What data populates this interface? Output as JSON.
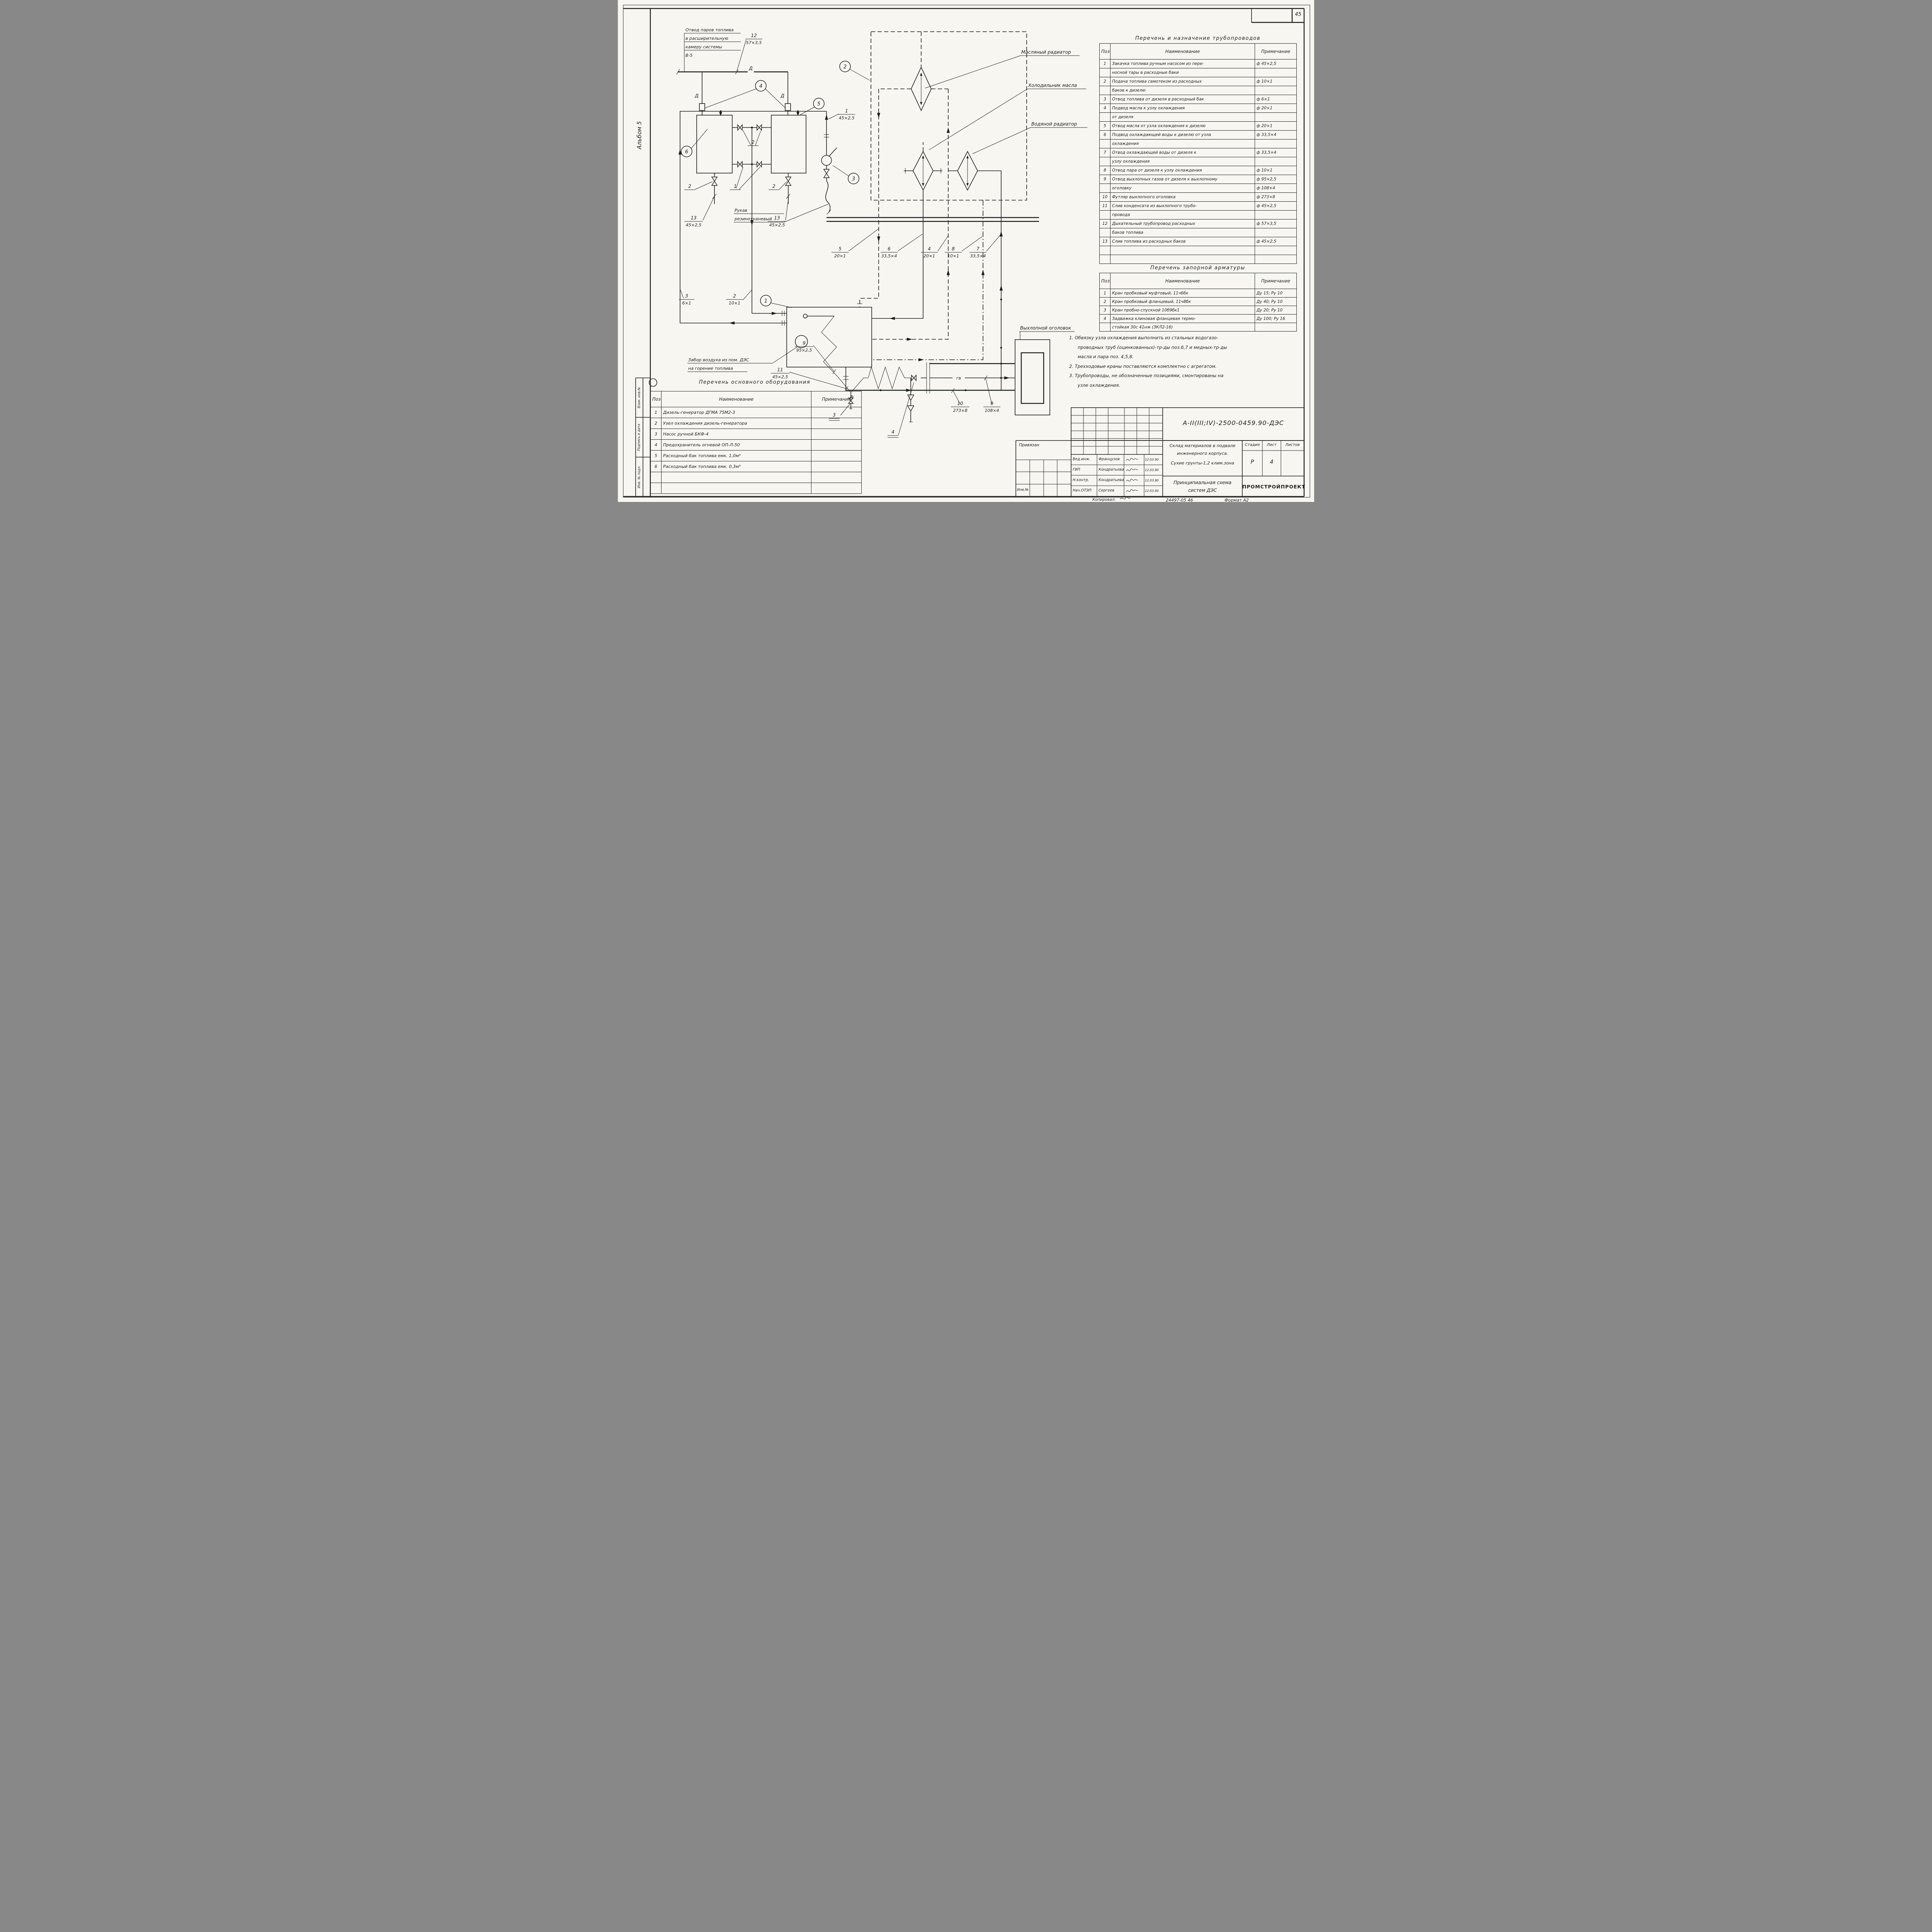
{
  "page": {
    "number": "45",
    "album": "Альбом 5",
    "footer": {
      "copy_label": "Копировал:",
      "doc_code": "24497-05  46",
      "format": "Формат А2"
    }
  },
  "side_stamp": {
    "cells": [
      "Взам. инв.№",
      "Подпись и дата",
      "Инв. № подл."
    ]
  },
  "pipes_table": {
    "title": "Перечень и назначение трубопроводов",
    "headers": {
      "pos": "Поз",
      "name": "Наименование",
      "note": "Примечание"
    },
    "rows": [
      {
        "pos": "1",
        "name": "Закачка топлива ручным  насосом из пере-",
        "note": "ф 45×2,5"
      },
      {
        "pos": "",
        "name": "носной тары в расходные баки",
        "note": ""
      },
      {
        "pos": "2",
        "name": "Подача топлива самотеком из расходных",
        "note": "ф 10×1"
      },
      {
        "pos": "",
        "name": "баков к дизелю",
        "note": ""
      },
      {
        "pos": "3",
        "name": "Отвод топлива от дизеля в расходный бак",
        "note": "ф 6×1"
      },
      {
        "pos": "4",
        "name": "Подвод масла к узлу охлаждения",
        "note": "ф 20×1"
      },
      {
        "pos": "",
        "name": "от дизеля",
        "note": ""
      },
      {
        "pos": "5",
        "name": "Отвод масла от узла охлаждения к дизелю",
        "note": "ф 20×1"
      },
      {
        "pos": "6",
        "name": "Подвод охлаждающей воды к дизелю от узла",
        "note": "ф 33,5×4"
      },
      {
        "pos": "",
        "name": "охлаждения",
        "note": ""
      },
      {
        "pos": "7",
        "name": "Отвод охлаждающей воды от дизеля к",
        "note": "ф 33,5×4"
      },
      {
        "pos": "",
        "name": "узлу охлаждения",
        "note": ""
      },
      {
        "pos": "8",
        "name": "Отвод пара от дизеля к узлу охлаждения",
        "note": "ф 10×1"
      },
      {
        "pos": "9",
        "name": "Отвод выхлопных газов от дизеля к выхлопному",
        "note": "ф 95×2,5"
      },
      {
        "pos": "",
        "name": "оголовку",
        "note": "ф 108×4"
      },
      {
        "pos": "10",
        "name": "Футляр выхлопного оголовка",
        "note": "ф 273×8"
      },
      {
        "pos": "11",
        "name": "Слив конденсата из выхлопного трубо-",
        "note": "ф 45×2,5"
      },
      {
        "pos": "",
        "name": "провода",
        "note": ""
      },
      {
        "pos": "12",
        "name": "Дыхательный трубопровод расходных",
        "note": "ф 57×3,5"
      },
      {
        "pos": "",
        "name": "баков топлива",
        "note": ""
      },
      {
        "pos": "13",
        "name": "Слив топлива из расходных баков",
        "note": "ф 45×2,5"
      },
      {
        "pos": "",
        "name": "",
        "note": ""
      },
      {
        "pos": "",
        "name": "",
        "note": ""
      }
    ]
  },
  "valves_table": {
    "title": "Перечень запорной арматуры",
    "headers": {
      "pos": "Поз",
      "name": "Наименование",
      "note": "Примечание"
    },
    "rows": [
      {
        "pos": "1",
        "name": "Кран пробковый муфтовый, 11ч6бк",
        "note": "Ду 15;  Ру 10"
      },
      {
        "pos": "2",
        "name": "Кран пробковый фланцевый, 11ч8бк",
        "note": "Ду 40;  Ру 10"
      },
      {
        "pos": "3",
        "name": "Кран пробно-спускной 10б9бк1",
        "note": "Ду 20;  Ру 10"
      },
      {
        "pos": "4",
        "name": "Задвижка клиновая фланцевая термо-",
        "note": "Ду 100;  Ру 16"
      },
      {
        "pos": "",
        "name": "стойкая 30с 41нж (ЗКЛ2-16)",
        "note": ""
      }
    ]
  },
  "equipment_table": {
    "title": "Перечень основного  оборудования",
    "headers": {
      "pos": "Поз",
      "name": "Наименование",
      "note": "Примечание"
    },
    "rows": [
      {
        "pos": "1",
        "name": "Дизель-генератор  ДГМА 75М2-3",
        "note": ""
      },
      {
        "pos": "2",
        "name": "Узел охлаждения  дизель-генератора",
        "note": ""
      },
      {
        "pos": "3",
        "name": "Насос ручной  БКФ-4",
        "note": ""
      },
      {
        "pos": "4",
        "name": "Предохранитель огневой ОП-Л-50",
        "note": ""
      },
      {
        "pos": "5",
        "name": "Расходный  бак топлива  емк. 1,0м³",
        "note": ""
      },
      {
        "pos": "6",
        "name": "Расходный  бак топлива емк. 0,3м³",
        "note": ""
      },
      {
        "pos": "",
        "name": "",
        "note": ""
      },
      {
        "pos": "",
        "name": "",
        "note": ""
      }
    ]
  },
  "notes": {
    "lines": [
      "1.  Обвязку узла охлаждения выполнить из стальных водогазо-",
      "проводных труб (оцинкованных)-тр-ды поз.6,7 и медных-тр-ды",
      "масла и пара  поз. 4,5,8.",
      "2.  Трехходовые краны поставляются  комплектно с агрегатом.",
      "3.  Трубопроводы, не обозначенные  позициями, смонтированы на",
      "узле охлаждения."
    ]
  },
  "title_block": {
    "doc_number": "А-II(III;IV)-2500-0459.90-ДЭС",
    "attached_label": "Привязан",
    "inv_label": "Инв.№",
    "object_lines": [
      "Склад материалов в подвале",
      "инженерного корпуса.",
      "Сухие грунты-1,2 клим.зона"
    ],
    "title_lines": [
      "Принципиальная схема",
      "систем ДЭС"
    ],
    "organization": "ПРОМСТРОЙПРОЕКТ",
    "stage_header": "Стадия",
    "sheet_header": "Лист",
    "sheets_header": "Листов",
    "stage": "Р",
    "sheet": "4",
    "sheets": "",
    "signatures": [
      {
        "role": "Вед.инж.",
        "name": "Французов",
        "date": "12.03.90"
      },
      {
        "role": "ГИП",
        "name": "Кондратьева",
        "date": "12.03.90"
      },
      {
        "role": "Н.контр.",
        "name": "Кондратьева",
        "date": "12.03.90"
      },
      {
        "role": "Нач.ОТЭП",
        "name": "Сергеев",
        "date": "12.03.90"
      }
    ]
  },
  "schematic": {
    "vent_note_lines": [
      "Отвод паров топлива",
      "в расширительную",
      "камеру системы",
      "В-5"
    ],
    "labels": {
      "oil_radiator": "Масляный радиатор",
      "oil_cooler": "Холодильник масла",
      "water_radiator": "Водяной радиатор",
      "exhaust_head": "Выхлопной  оголовок",
      "hose1": "Рукав",
      "hose2": "резинотканевый",
      "air1": "Забор воздуха из  пом. ДЭС",
      "air2": "на горение  топлива",
      "duct_letter": "Д",
      "hot_gas": "гв"
    },
    "pipe_tags": [
      {
        "n": "12",
        "s": "57×3,5"
      },
      {
        "n": "1",
        "s": "45×2,5"
      },
      {
        "n": "13",
        "s": "45×2,5"
      },
      {
        "n": "13",
        "s": "45×2,5"
      },
      {
        "n": "3",
        "s": "6×1"
      },
      {
        "n": "2",
        "s": "10×1"
      },
      {
        "n": "5",
        "s": "20×1"
      },
      {
        "n": "6",
        "s": "33,5×4"
      },
      {
        "n": "4",
        "s": "20×1"
      },
      {
        "n": "8",
        "s": "10×1"
      },
      {
        "n": "7",
        "s": "33,5×4"
      },
      {
        "n": "9",
        "s": "95×2,5"
      },
      {
        "n": "11",
        "s": "45×2,5"
      },
      {
        "n": "10",
        "s": "273×8"
      },
      {
        "n": "9",
        "s": "108×4"
      }
    ],
    "valve_tags": [
      "2",
      "1",
      "2",
      "2",
      "3",
      "4"
    ],
    "callouts": [
      "1",
      "2",
      "3",
      "4",
      "5",
      "6"
    ]
  }
}
